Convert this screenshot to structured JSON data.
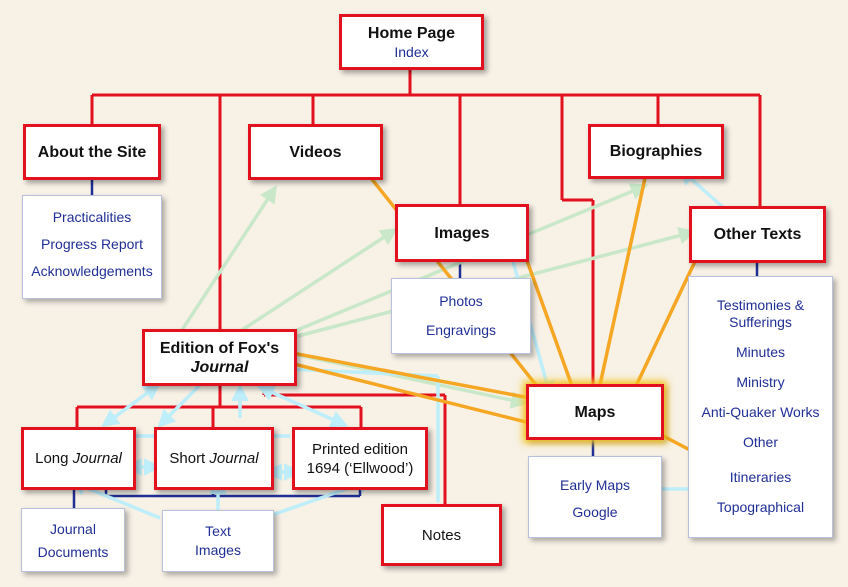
{
  "nodes": {
    "home": {
      "title": "Home Page",
      "sub": "Index"
    },
    "about": {
      "title": "About the Site"
    },
    "videos": {
      "title": "Videos"
    },
    "biographies": {
      "title": "Biographies"
    },
    "images": {
      "title": "Images"
    },
    "other_texts": {
      "title": "Other Texts"
    },
    "edition": {
      "line1": "Edition of Fox's",
      "line2": "Journal"
    },
    "maps": {
      "title": "Maps"
    },
    "long": {
      "pre": "Long",
      "em": "Journal"
    },
    "short": {
      "pre": "Short",
      "em": "Journal"
    },
    "printed": {
      "line1": "Printed edition",
      "line2": "1694 (‘Ellwood’)"
    },
    "notes": {
      "title": "Notes"
    }
  },
  "panels": {
    "about": [
      "Practicalities",
      "Progress Report",
      "Acknowledgements"
    ],
    "images": [
      "Photos",
      "Engravings"
    ],
    "other_texts": [
      "Testimonies & Sufferings",
      "Minutes",
      "Ministry",
      "Anti-Quaker Works",
      "Other",
      "Itineraries",
      "Topographical"
    ],
    "maps": [
      "Early Maps",
      "Google"
    ],
    "journal": [
      "Journal",
      "Documents"
    ],
    "text_images": [
      "Text",
      "Images"
    ]
  },
  "colors": {
    "box_border": "#e3101d",
    "tree_line": "#e3101d",
    "sub_connector": "#1f2f96",
    "sub_text": "#1f2f96",
    "arrow_orange": "#f5a623",
    "arrow_green": "#c9e8c9",
    "arrow_lightblue": "#bdeefa",
    "glow": "#f4c21b",
    "background": "#f7f1e6"
  }
}
